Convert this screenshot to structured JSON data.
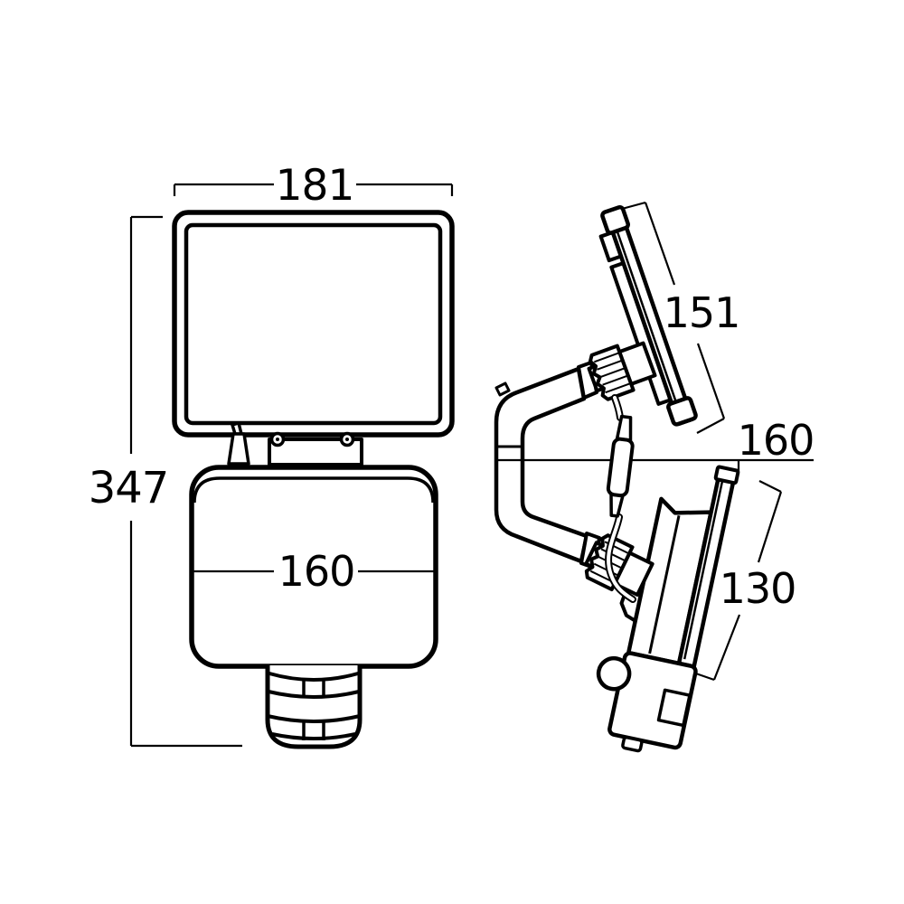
{
  "diagram": {
    "colors": {
      "line": "#000000",
      "background": "#ffffff"
    },
    "views": {
      "front": {
        "width_mm": "181",
        "height_mm": "347",
        "body_width_mm": "160"
      },
      "side": {
        "head_length_mm": "151",
        "depth_mm": "160",
        "body_length_mm": "130"
      }
    }
  }
}
